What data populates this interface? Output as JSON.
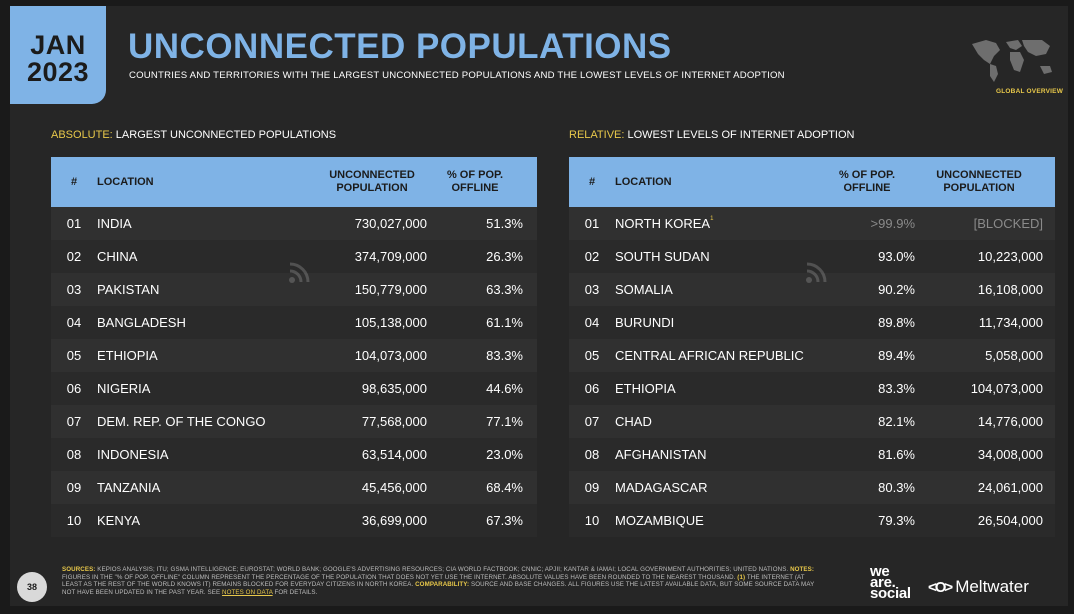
{
  "header": {
    "date_month": "JAN",
    "date_year": "2023",
    "title": "UNCONNECTED POPULATIONS",
    "subtitle": "COUNTRIES AND TERRITORIES WITH THE LARGEST UNCONNECTED POPULATIONS AND THE LOWEST LEVELS OF INTERNET ADOPTION",
    "badge": "GLOBAL OVERVIEW"
  },
  "absolute": {
    "label_accent": "ABSOLUTE:",
    "label_rest": " LARGEST UNCONNECTED POPULATIONS",
    "columns": {
      "idx": "#",
      "location": "LOCATION",
      "pop_1": "UNCONNECTED",
      "pop_2": "POPULATION",
      "pct_1": "% OF POP.",
      "pct_2": "OFFLINE"
    },
    "rows": [
      {
        "idx": "01",
        "location": "INDIA",
        "population": "730,027,000",
        "pct": "51.3%"
      },
      {
        "idx": "02",
        "location": "CHINA",
        "population": "374,709,000",
        "pct": "26.3%"
      },
      {
        "idx": "03",
        "location": "PAKISTAN",
        "population": "150,779,000",
        "pct": "63.3%"
      },
      {
        "idx": "04",
        "location": "BANGLADESH",
        "population": "105,138,000",
        "pct": "61.1%"
      },
      {
        "idx": "05",
        "location": "ETHIOPIA",
        "population": "104,073,000",
        "pct": "83.3%"
      },
      {
        "idx": "06",
        "location": "NIGERIA",
        "population": "98,635,000",
        "pct": "44.6%"
      },
      {
        "idx": "07",
        "location": "DEM. REP. OF THE CONGO",
        "population": "77,568,000",
        "pct": "77.1%"
      },
      {
        "idx": "08",
        "location": "INDONESIA",
        "population": "63,514,000",
        "pct": "23.0%"
      },
      {
        "idx": "09",
        "location": "TANZANIA",
        "population": "45,456,000",
        "pct": "68.4%"
      },
      {
        "idx": "10",
        "location": "KENYA",
        "population": "36,699,000",
        "pct": "67.3%"
      }
    ]
  },
  "relative": {
    "label_accent": "RELATIVE:",
    "label_rest": " LOWEST LEVELS OF INTERNET ADOPTION",
    "columns": {
      "idx": "#",
      "location": "LOCATION",
      "pct_1": "% OF POP.",
      "pct_2": "OFFLINE",
      "pop_1": "UNCONNECTED",
      "pop_2": "POPULATION"
    },
    "rows": [
      {
        "idx": "01",
        "location": "NORTH KOREA",
        "note": "1",
        "pct": ">99.9%",
        "population": "[BLOCKED]"
      },
      {
        "idx": "02",
        "location": "SOUTH SUDAN",
        "pct": "93.0%",
        "population": "10,223,000"
      },
      {
        "idx": "03",
        "location": "SOMALIA",
        "pct": "90.2%",
        "population": "16,108,000"
      },
      {
        "idx": "04",
        "location": "BURUNDI",
        "pct": "89.8%",
        "population": "11,734,000"
      },
      {
        "idx": "05",
        "location": "CENTRAL AFRICAN REPUBLIC",
        "pct": "89.4%",
        "population": "5,058,000"
      },
      {
        "idx": "06",
        "location": "ETHIOPIA",
        "pct": "83.3%",
        "population": "104,073,000"
      },
      {
        "idx": "07",
        "location": "CHAD",
        "pct": "82.1%",
        "population": "14,776,000"
      },
      {
        "idx": "08",
        "location": "AFGHANISTAN",
        "pct": "81.6%",
        "population": "34,008,000"
      },
      {
        "idx": "09",
        "location": "MADAGASCAR",
        "pct": "80.3%",
        "population": "24,061,000"
      },
      {
        "idx": "10",
        "location": "MOZAMBIQUE",
        "pct": "79.3%",
        "population": "26,504,000"
      }
    ]
  },
  "footer": {
    "sources_label": "SOURCES:",
    "sources_text": " KEPIOS ANALYSIS; ITU; GSMA INTELLIGENCE; EUROSTAT; WORLD BANK; GOOGLE'S ADVERTISING RESOURCES; CIA WORLD FACTBOOK; CNNIC; APJII; KANTAR & IAMAI; LOCAL GOVERNMENT AUTHORITIES; UNITED NATIONS. ",
    "notes_label": "NOTES:",
    "notes_text": " FIGURES IN THE \"% OF POP. OFFLINE\" COLUMN REPRESENT THE PERCENTAGE OF THE POPULATION THAT DOES NOT YET USE THE INTERNET. ABSOLUTE VALUES HAVE BEEN ROUNDED TO THE NEAREST THOUSAND. ",
    "note1_label": "(1)",
    "note1_text": " THE INTERNET (AT LEAST AS THE REST OF THE WORLD KNOWS IT) REMAINS BLOCKED FOR EVERYDAY CITIZENS IN NORTH KOREA. ",
    "comparability_label": "COMPARABILITY:",
    "comparability_text": " SOURCE AND BASE CHANGES. ALL FIGURES USE THE LATEST AVAILABLE DATA, BUT SOME SOURCE DATA MAY NOT HAVE BEEN UPDATED IN THE PAST YEAR. SEE ",
    "link_text": "NOTES ON DATA",
    "end_text": " FOR DETAILS.",
    "page_number": "38",
    "logo_we": "we",
    "logo_are": "are.",
    "logo_social": "social",
    "logo_mark": "<O>",
    "logo_meltwater": "Meltwater"
  },
  "colors": {
    "accent_blue": "#7fb3e6",
    "accent_yellow": "#e8c84a",
    "background": "#262626"
  }
}
